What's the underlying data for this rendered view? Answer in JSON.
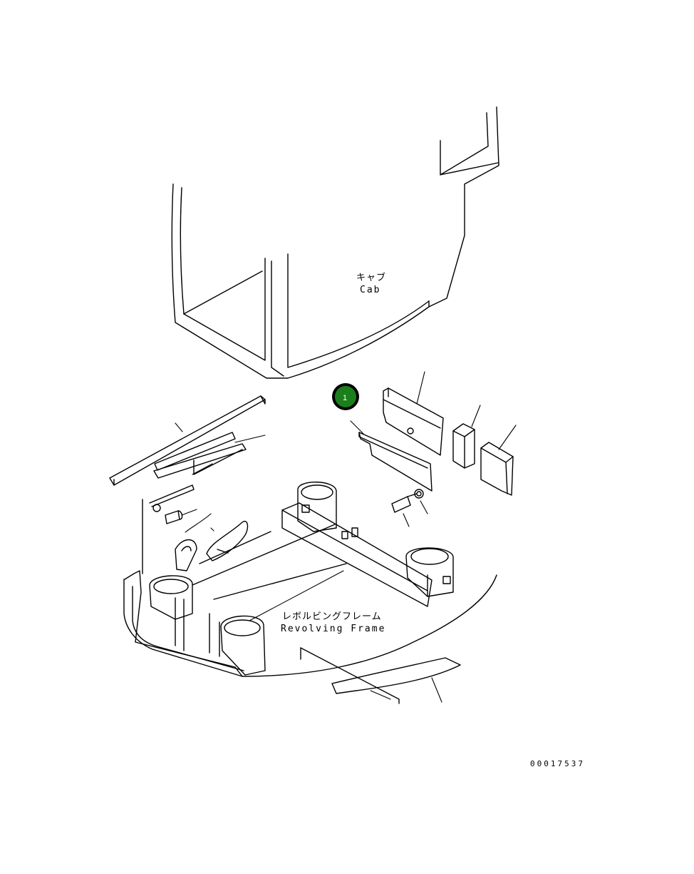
{
  "labels": {
    "cab_jp": "キャブ",
    "cab_en": "Cab",
    "frame_jp": "レボルビングフレーム",
    "frame_en": "Revolving Frame",
    "doc_number": "00017537"
  },
  "callouts": [
    {
      "number": "1",
      "color": "#1a7f1a",
      "border": "#000000"
    }
  ]
}
